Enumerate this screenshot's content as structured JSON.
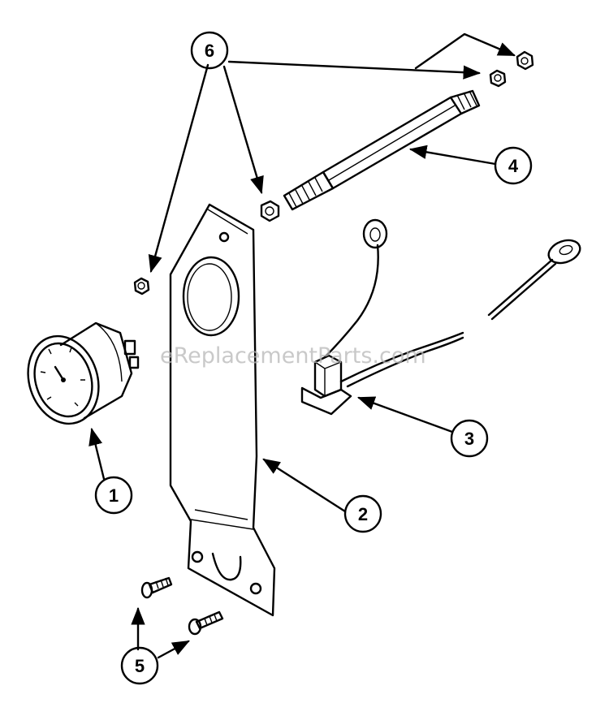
{
  "watermark": "eReplacementParts.com",
  "callouts": {
    "c1": "1",
    "c2": "2",
    "c3": "3",
    "c4": "4",
    "c5": "5",
    "c6": "6"
  },
  "icons": {
    "gauge": "gauge-icon",
    "bracket": "bracket-icon",
    "switch": "switch-icon",
    "rod": "threaded-rod-icon",
    "screw": "screw-icon",
    "nut": "hex-nut-icon"
  }
}
